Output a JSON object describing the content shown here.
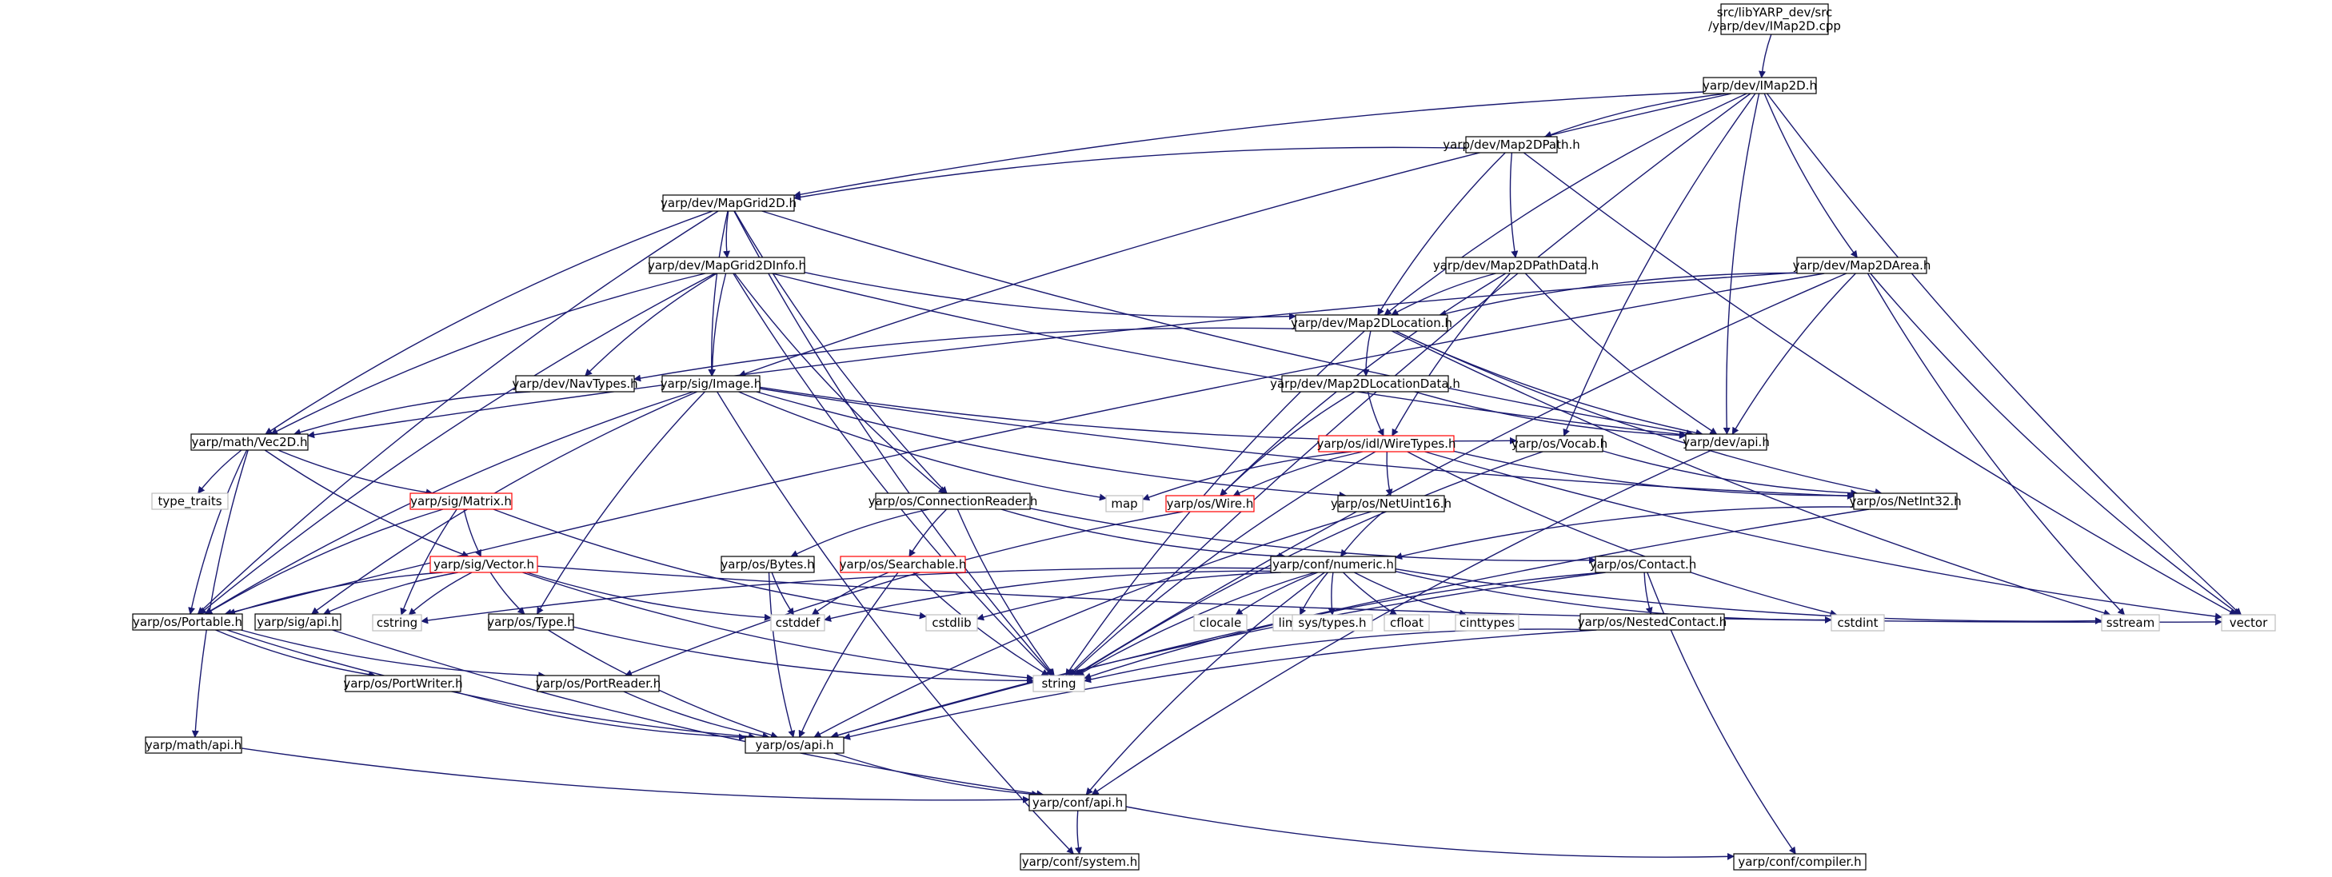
{
  "colors": {
    "edge": "#191970",
    "border_normal": "#000000",
    "border_truncated": "#ff0000",
    "border_system": "#bfbfbf",
    "root_fill": "#bfbfbf",
    "node_fill": "#ffffff",
    "system_text": "#404040"
  },
  "nodes": [
    {
      "id": "root",
      "lines": [
        "src/libYARP_dev/src",
        "/yarp/dev/IMap2D.cpp"
      ],
      "kind": "root"
    },
    {
      "id": "imap2d",
      "lines": [
        "yarp/dev/IMap2D.h"
      ],
      "kind": "normal"
    },
    {
      "id": "map2dpath",
      "lines": [
        "yarp/dev/Map2DPath.h"
      ],
      "kind": "normal"
    },
    {
      "id": "mapgrid2d",
      "lines": [
        "yarp/dev/MapGrid2D.h"
      ],
      "kind": "normal"
    },
    {
      "id": "mapgrid2dinfo",
      "lines": [
        "yarp/dev/MapGrid2DInfo.h"
      ],
      "kind": "normal"
    },
    {
      "id": "map2dpathdata",
      "lines": [
        "yarp/dev/Map2DPathData.h"
      ],
      "kind": "normal"
    },
    {
      "id": "map2darea",
      "lines": [
        "yarp/dev/Map2DArea.h"
      ],
      "kind": "normal"
    },
    {
      "id": "map2dlocation",
      "lines": [
        "yarp/dev/Map2DLocation.h"
      ],
      "kind": "normal"
    },
    {
      "id": "navtypes",
      "lines": [
        "yarp/dev/NavTypes.h"
      ],
      "kind": "normal"
    },
    {
      "id": "sigimage",
      "lines": [
        "yarp/sig/Image.h"
      ],
      "kind": "normal"
    },
    {
      "id": "map2dlocationdata",
      "lines": [
        "yarp/dev/Map2DLocationData.h"
      ],
      "kind": "normal"
    },
    {
      "id": "devapi",
      "lines": [
        "yarp/dev/api.h"
      ],
      "kind": "normal"
    },
    {
      "id": "vec2d",
      "lines": [
        "yarp/math/Vec2D.h"
      ],
      "kind": "normal"
    },
    {
      "id": "wiretypes",
      "lines": [
        "yarp/os/idl/WireTypes.h"
      ],
      "kind": "truncated"
    },
    {
      "id": "vocab",
      "lines": [
        "yarp/os/Vocab.h"
      ],
      "kind": "normal"
    },
    {
      "id": "typetraits",
      "lines": [
        "type_traits"
      ],
      "kind": "system"
    },
    {
      "id": "sigmatrix",
      "lines": [
        "yarp/sig/Matrix.h"
      ],
      "kind": "truncated"
    },
    {
      "id": "connreader",
      "lines": [
        "yarp/os/ConnectionReader.h"
      ],
      "kind": "normal"
    },
    {
      "id": "map",
      "lines": [
        "map"
      ],
      "kind": "system"
    },
    {
      "id": "oswire",
      "lines": [
        "yarp/os/Wire.h"
      ],
      "kind": "truncated"
    },
    {
      "id": "netuint16",
      "lines": [
        "yarp/os/NetUint16.h"
      ],
      "kind": "normal"
    },
    {
      "id": "netint32",
      "lines": [
        "yarp/os/NetInt32.h"
      ],
      "kind": "normal"
    },
    {
      "id": "sigvector",
      "lines": [
        "yarp/sig/Vector.h"
      ],
      "kind": "truncated"
    },
    {
      "id": "osbytes",
      "lines": [
        "yarp/os/Bytes.h"
      ],
      "kind": "normal"
    },
    {
      "id": "searchable",
      "lines": [
        "yarp/os/Searchable.h"
      ],
      "kind": "truncated"
    },
    {
      "id": "numeric",
      "lines": [
        "yarp/conf/numeric.h"
      ],
      "kind": "normal"
    },
    {
      "id": "oscontact",
      "lines": [
        "yarp/os/Contact.h"
      ],
      "kind": "normal"
    },
    {
      "id": "portable",
      "lines": [
        "yarp/os/Portable.h"
      ],
      "kind": "normal"
    },
    {
      "id": "cstring",
      "lines": [
        "cstring"
      ],
      "kind": "system"
    },
    {
      "id": "sigapi",
      "lines": [
        "yarp/sig/api.h"
      ],
      "kind": "normal"
    },
    {
      "id": "ostype",
      "lines": [
        "yarp/os/Type.h"
      ],
      "kind": "normal"
    },
    {
      "id": "cstddef",
      "lines": [
        "cstddef"
      ],
      "kind": "system"
    },
    {
      "id": "cstdlib",
      "lines": [
        "cstdlib"
      ],
      "kind": "system"
    },
    {
      "id": "clocale",
      "lines": [
        "clocale"
      ],
      "kind": "system"
    },
    {
      "id": "limits",
      "lines": [
        "limits"
      ],
      "kind": "system"
    },
    {
      "id": "systypes",
      "lines": [
        "sys/types.h"
      ],
      "kind": "system"
    },
    {
      "id": "cfloat",
      "lines": [
        "cfloat"
      ],
      "kind": "system"
    },
    {
      "id": "cinttypes",
      "lines": [
        "cinttypes"
      ],
      "kind": "system"
    },
    {
      "id": "nestedcontact",
      "lines": [
        "yarp/os/NestedContact.h"
      ],
      "kind": "normal"
    },
    {
      "id": "cstdint",
      "lines": [
        "cstdint"
      ],
      "kind": "system"
    },
    {
      "id": "sstream",
      "lines": [
        "sstream"
      ],
      "kind": "system"
    },
    {
      "id": "vector",
      "lines": [
        "vector"
      ],
      "kind": "system"
    },
    {
      "id": "string",
      "lines": [
        "string"
      ],
      "kind": "system"
    },
    {
      "id": "portwriter",
      "lines": [
        "yarp/os/PortWriter.h"
      ],
      "kind": "normal"
    },
    {
      "id": "portreader",
      "lines": [
        "yarp/os/PortReader.h"
      ],
      "kind": "normal"
    },
    {
      "id": "mathapi",
      "lines": [
        "yarp/math/api.h"
      ],
      "kind": "normal"
    },
    {
      "id": "osapi",
      "lines": [
        "yarp/os/api.h"
      ],
      "kind": "normal"
    },
    {
      "id": "confapi",
      "lines": [
        "yarp/conf/api.h"
      ],
      "kind": "normal"
    },
    {
      "id": "confsystem",
      "lines": [
        "yarp/conf/system.h"
      ],
      "kind": "normal"
    },
    {
      "id": "confcompiler",
      "lines": [
        "yarp/conf/compiler.h"
      ],
      "kind": "normal"
    }
  ],
  "edges": [
    [
      "root",
      "imap2d"
    ],
    [
      "imap2d",
      "map2dpath"
    ],
    [
      "imap2d",
      "mapgrid2d"
    ],
    [
      "imap2d",
      "map2darea"
    ],
    [
      "imap2d",
      "map2dlocation"
    ],
    [
      "imap2d",
      "sigimage"
    ],
    [
      "imap2d",
      "vocab"
    ],
    [
      "imap2d",
      "devapi"
    ],
    [
      "imap2d",
      "vector"
    ],
    [
      "imap2d",
      "string"
    ],
    [
      "map2dpath",
      "mapgrid2d"
    ],
    [
      "map2dpath",
      "map2dpathdata"
    ],
    [
      "map2dpath",
      "map2dlocation"
    ],
    [
      "map2dpath",
      "vector"
    ],
    [
      "mapgrid2d",
      "mapgrid2dinfo"
    ],
    [
      "mapgrid2d",
      "vec2d"
    ],
    [
      "mapgrid2d",
      "sigimage"
    ],
    [
      "mapgrid2d",
      "connreader"
    ],
    [
      "mapgrid2d",
      "portable"
    ],
    [
      "mapgrid2d",
      "devapi"
    ],
    [
      "mapgrid2d",
      "string"
    ],
    [
      "mapgrid2dinfo",
      "map2dlocation"
    ],
    [
      "mapgrid2dinfo",
      "navtypes"
    ],
    [
      "mapgrid2dinfo",
      "sigimage"
    ],
    [
      "mapgrid2dinfo",
      "vec2d"
    ],
    [
      "mapgrid2dinfo",
      "portable"
    ],
    [
      "mapgrid2dinfo",
      "devapi"
    ],
    [
      "mapgrid2dinfo",
      "connreader"
    ],
    [
      "mapgrid2dinfo",
      "string"
    ],
    [
      "map2dpathdata",
      "map2dlocation"
    ],
    [
      "map2dpathdata",
      "wiretypes"
    ],
    [
      "map2dpathdata",
      "oswire"
    ],
    [
      "map2dpathdata",
      "devapi"
    ],
    [
      "map2darea",
      "map2dlocation"
    ],
    [
      "map2darea",
      "vec2d"
    ],
    [
      "map2darea",
      "portable"
    ],
    [
      "map2darea",
      "devapi"
    ],
    [
      "map2darea",
      "vector"
    ],
    [
      "map2darea",
      "string"
    ],
    [
      "map2darea",
      "sstream"
    ],
    [
      "map2dlocation",
      "map2dlocationdata"
    ],
    [
      "map2dlocation",
      "navtypes"
    ],
    [
      "map2dlocation",
      "devapi"
    ],
    [
      "map2dlocation",
      "netint32"
    ],
    [
      "map2dlocation",
      "sstream"
    ],
    [
      "map2dlocation",
      "string"
    ],
    [
      "navtypes",
      "vec2d"
    ],
    [
      "sigimage",
      "vocab"
    ],
    [
      "sigimage",
      "netuint16"
    ],
    [
      "sigimage",
      "map"
    ],
    [
      "sigimage",
      "portable"
    ],
    [
      "sigimage",
      "sigapi"
    ],
    [
      "sigimage",
      "ostype"
    ],
    [
      "sigimage",
      "confsystem"
    ],
    [
      "sigimage",
      "netint32"
    ],
    [
      "map2dlocationdata",
      "wiretypes"
    ],
    [
      "map2dlocationdata",
      "oswire"
    ],
    [
      "map2dlocationdata",
      "devapi"
    ],
    [
      "devapi",
      "confapi"
    ],
    [
      "vec2d",
      "typetraits"
    ],
    [
      "vec2d",
      "sigmatrix"
    ],
    [
      "vec2d",
      "sigvector"
    ],
    [
      "vec2d",
      "portable"
    ],
    [
      "vec2d",
      "mathapi"
    ],
    [
      "wiretypes",
      "map"
    ],
    [
      "wiretypes",
      "oswire"
    ],
    [
      "wiretypes",
      "netuint16"
    ],
    [
      "wiretypes",
      "netint32"
    ],
    [
      "wiretypes",
      "string"
    ],
    [
      "wiretypes",
      "vector"
    ],
    [
      "wiretypes",
      "cstdint"
    ],
    [
      "vocab",
      "netint32"
    ],
    [
      "vocab",
      "string"
    ],
    [
      "sigmatrix",
      "sigvector"
    ],
    [
      "sigmatrix",
      "portable"
    ],
    [
      "sigmatrix",
      "cstring"
    ],
    [
      "sigmatrix",
      "cstdlib"
    ],
    [
      "connreader",
      "osbytes"
    ],
    [
      "connreader",
      "searchable"
    ],
    [
      "connreader",
      "numeric"
    ],
    [
      "connreader",
      "oscontact"
    ],
    [
      "connreader",
      "string"
    ],
    [
      "oswire",
      "portreader"
    ],
    [
      "netuint16",
      "numeric"
    ],
    [
      "netuint16",
      "osapi"
    ],
    [
      "netint32",
      "numeric"
    ],
    [
      "netint32",
      "osapi"
    ],
    [
      "sigvector",
      "portable"
    ],
    [
      "sigvector",
      "sigapi"
    ],
    [
      "sigvector",
      "ostype"
    ],
    [
      "sigvector",
      "cstring"
    ],
    [
      "sigvector",
      "cstddef"
    ],
    [
      "sigvector",
      "vector"
    ],
    [
      "sigvector",
      "string"
    ],
    [
      "osbytes",
      "cstddef"
    ],
    [
      "osbytes",
      "osapi"
    ],
    [
      "searchable",
      "cstddef"
    ],
    [
      "searchable",
      "string"
    ],
    [
      "searchable",
      "osapi"
    ],
    [
      "numeric",
      "cstring"
    ],
    [
      "numeric",
      "cstddef"
    ],
    [
      "numeric",
      "cstdlib"
    ],
    [
      "numeric",
      "clocale"
    ],
    [
      "numeric",
      "limits"
    ],
    [
      "numeric",
      "systypes"
    ],
    [
      "numeric",
      "cfloat"
    ],
    [
      "numeric",
      "cinttypes"
    ],
    [
      "numeric",
      "cstdint"
    ],
    [
      "numeric",
      "string"
    ],
    [
      "numeric",
      "sstream"
    ],
    [
      "numeric",
      "confapi"
    ],
    [
      "oscontact",
      "nestedcontact"
    ],
    [
      "oscontact",
      "string"
    ],
    [
      "oscontact",
      "osapi"
    ],
    [
      "oscontact",
      "confcompiler"
    ],
    [
      "nestedcontact",
      "string"
    ],
    [
      "nestedcontact",
      "osapi"
    ],
    [
      "portable",
      "portwriter"
    ],
    [
      "portable",
      "portreader"
    ],
    [
      "portable",
      "osapi"
    ],
    [
      "sigapi",
      "confapi"
    ],
    [
      "ostype",
      "string"
    ],
    [
      "ostype",
      "osapi"
    ],
    [
      "portwriter",
      "osapi"
    ],
    [
      "portreader",
      "osapi"
    ],
    [
      "mathapi",
      "confapi"
    ],
    [
      "osapi",
      "confapi"
    ],
    [
      "confapi",
      "confsystem"
    ],
    [
      "confapi",
      "confcompiler"
    ]
  ]
}
